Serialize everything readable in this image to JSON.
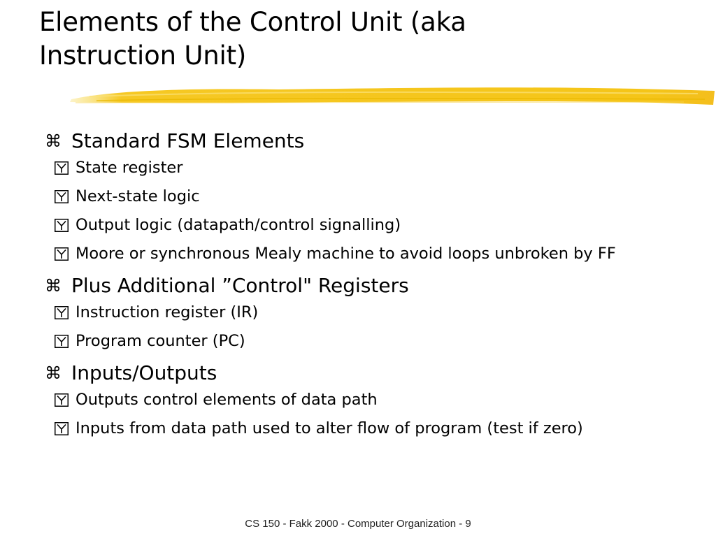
{
  "slide": {
    "title_line1": "Elements of the Control Unit (aka",
    "title_line2": "Instruction Unit)",
    "accent_color": "#F5C518",
    "bullet_icon": "command-key-icon",
    "sub_bullet_icon": "checkbox-y-icon",
    "sections": [
      {
        "heading": "Standard FSM Elements",
        "items": [
          "State register",
          "Next-state logic",
          "Output logic (datapath/control signalling)",
          "Moore or synchronous Mealy machine to avoid loops unbroken by FF"
        ]
      },
      {
        "heading": "Plus Additional ”Control\" Registers",
        "items": [
          "Instruction register (IR)",
          "Program counter (PC)"
        ]
      },
      {
        "heading": "Inputs/Outputs",
        "items": [
          "Outputs control elements of data path",
          "Inputs from data path used to alter flow of program (test if zero)"
        ]
      }
    ],
    "footer": "CS 150 - Fakk 2000 - Computer Organization - 9"
  }
}
